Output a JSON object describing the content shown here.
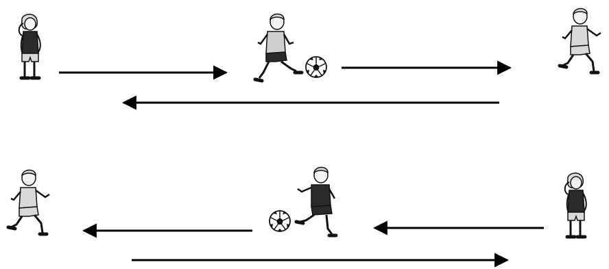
{
  "diagram": {
    "description_visible_text": "",
    "rows": [
      {
        "figures": [
          "girl-standing",
          "boy-dribbling-ball",
          "boy-running"
        ],
        "arrows": [
          "right",
          "right",
          "left"
        ]
      },
      {
        "figures": [
          "boy-running",
          "boy-kicking-ball",
          "girl-standing"
        ],
        "arrows": [
          "left",
          "left",
          "right"
        ]
      }
    ],
    "colors": {
      "ink": "#111111",
      "skin": "#f2f2f2",
      "shirt_dark": "#2a2a2a",
      "shirt_light": "#d9d9d9",
      "ball_patch": "#111111",
      "arrow": "#000000"
    }
  }
}
